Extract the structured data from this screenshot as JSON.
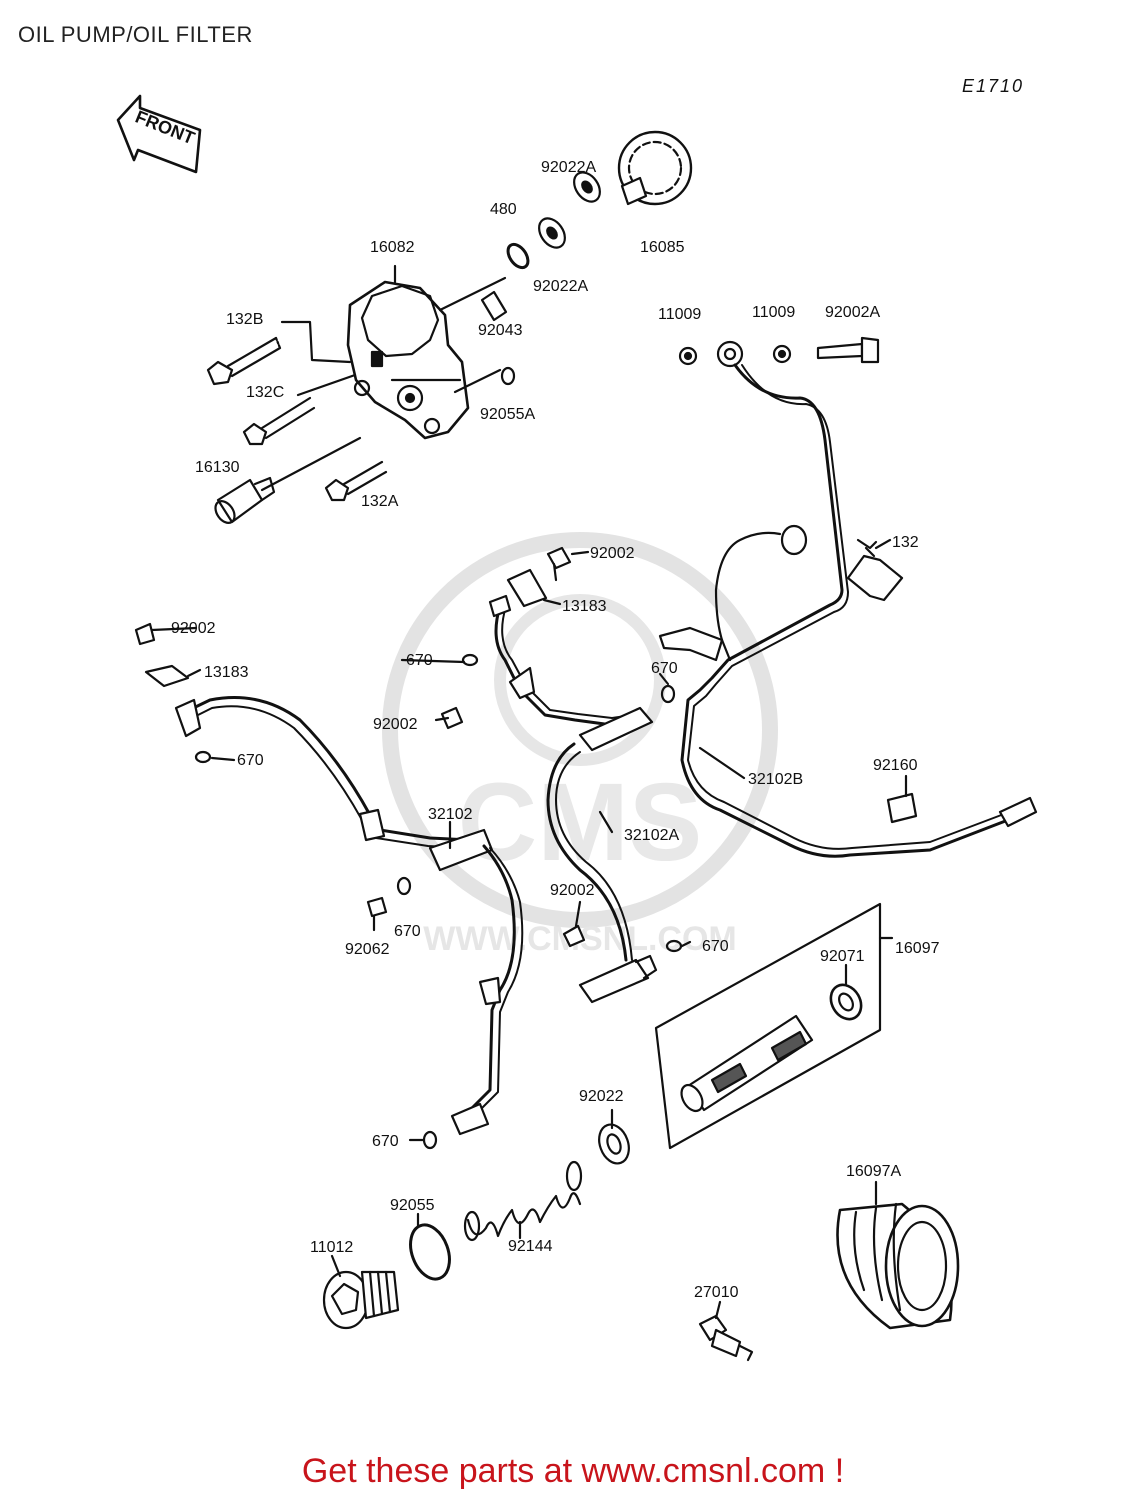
{
  "header": {
    "title": "OIL PUMP/OIL FILTER",
    "diagram_code": "E1710"
  },
  "front_arrow": {
    "label": "FRONT"
  },
  "watermark": {
    "brand": "CMS",
    "url": "WWW.CMSNL.COM"
  },
  "parts": [
    {
      "id": "p-92022a-top",
      "number": "92022A"
    },
    {
      "id": "p-480",
      "number": "480"
    },
    {
      "id": "p-16082",
      "number": "16082"
    },
    {
      "id": "p-16085",
      "number": "16085"
    },
    {
      "id": "p-92022a-mid",
      "number": "92022A"
    },
    {
      "id": "p-132b",
      "number": "132B"
    },
    {
      "id": "p-92043",
      "number": "92043"
    },
    {
      "id": "p-11009-a",
      "number": "11009"
    },
    {
      "id": "p-11009-b",
      "number": "11009"
    },
    {
      "id": "p-92002a",
      "number": "92002A"
    },
    {
      "id": "p-132c",
      "number": "132C"
    },
    {
      "id": "p-92055a",
      "number": "92055A"
    },
    {
      "id": "p-16130",
      "number": "16130"
    },
    {
      "id": "p-132a",
      "number": "132A"
    },
    {
      "id": "p-132",
      "number": "132"
    },
    {
      "id": "p-92002-a",
      "number": "92002"
    },
    {
      "id": "p-13183-a",
      "number": "13183"
    },
    {
      "id": "p-92002-b",
      "number": "92002"
    },
    {
      "id": "p-13183-b",
      "number": "13183"
    },
    {
      "id": "p-670-a",
      "number": "670"
    },
    {
      "id": "p-670-b",
      "number": "670"
    },
    {
      "id": "p-92002-c",
      "number": "92002"
    },
    {
      "id": "p-670-c",
      "number": "670"
    },
    {
      "id": "p-92160",
      "number": "92160"
    },
    {
      "id": "p-32102b",
      "number": "32102B"
    },
    {
      "id": "p-32102",
      "number": "32102"
    },
    {
      "id": "p-32102a",
      "number": "32102A"
    },
    {
      "id": "p-92002-d",
      "number": "92002"
    },
    {
      "id": "p-670-d",
      "number": "670"
    },
    {
      "id": "p-92062",
      "number": "92062"
    },
    {
      "id": "p-670-e",
      "number": "670"
    },
    {
      "id": "p-92071",
      "number": "92071"
    },
    {
      "id": "p-16097",
      "number": "16097"
    },
    {
      "id": "p-92022",
      "number": "92022"
    },
    {
      "id": "p-670-f",
      "number": "670"
    },
    {
      "id": "p-16097a",
      "number": "16097A"
    },
    {
      "id": "p-92055",
      "number": "92055"
    },
    {
      "id": "p-11012",
      "number": "11012"
    },
    {
      "id": "p-92144",
      "number": "92144"
    },
    {
      "id": "p-27010",
      "number": "27010"
    }
  ],
  "footer": {
    "cta": "Get these parts at www.cmsnl.com !"
  }
}
